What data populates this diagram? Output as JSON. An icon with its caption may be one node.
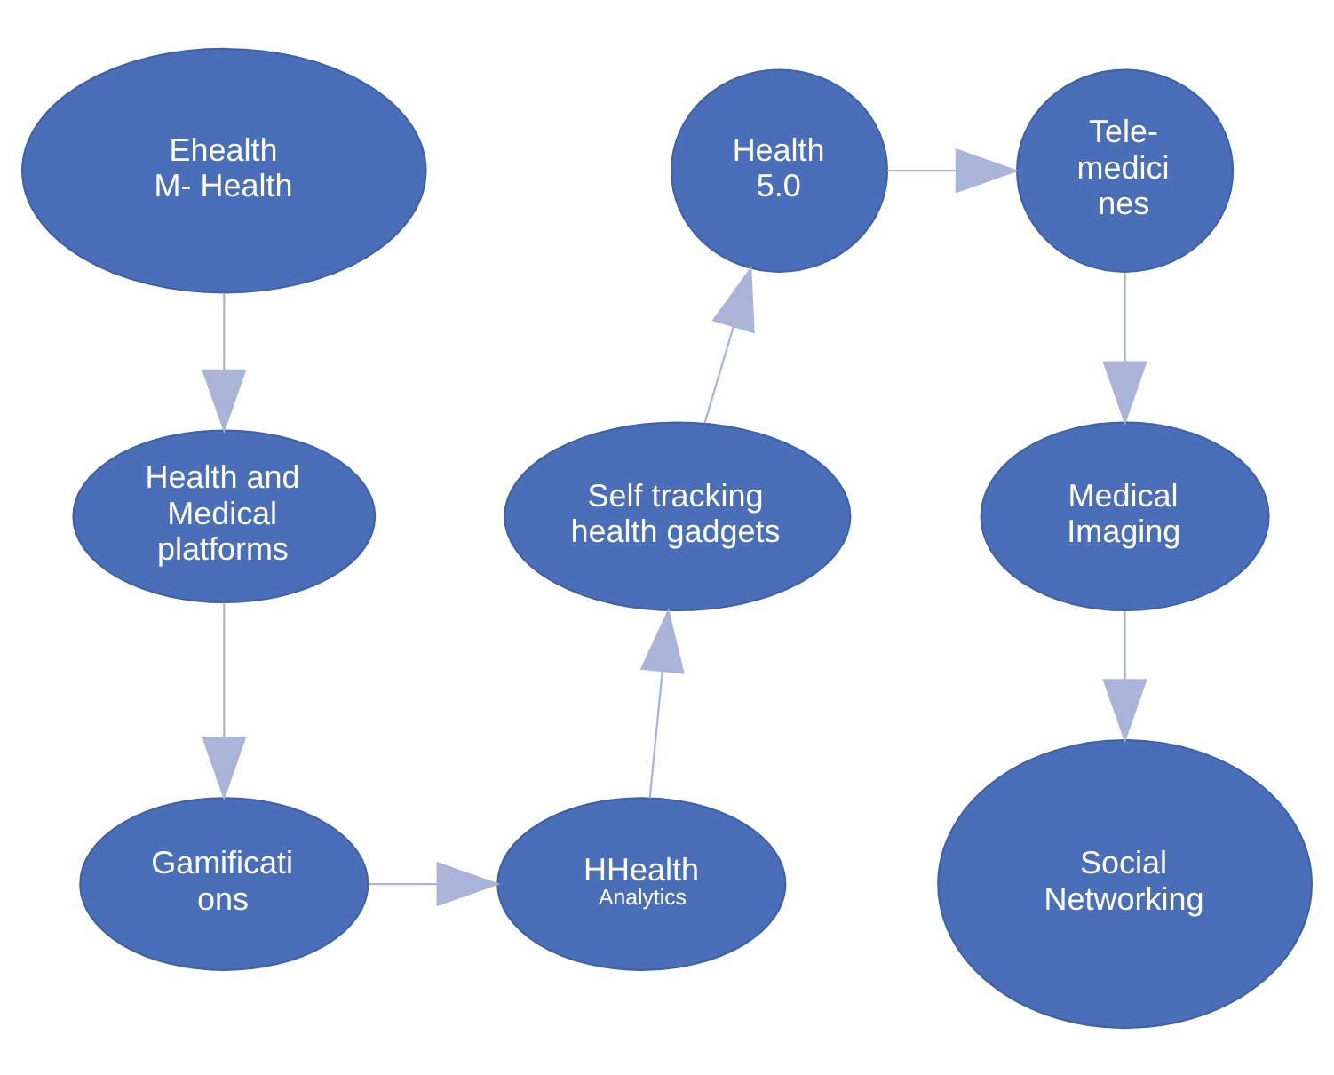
{
  "diagram": {
    "nodes": [
      {
        "text": [
          "Ehealth M- Health"
        ]
      },
      {
        "text": [
          "Health and Medical platforms"
        ]
      },
      {
        "text": [
          "Gamificati ons"
        ]
      },
      {
        "text": [
          "HHealth",
          "Analytics"
        ]
      },
      {
        "text": [
          "Self tracking health gadgets"
        ]
      },
      {
        "text": [
          "Health 5.0"
        ]
      },
      {
        "text": [
          "Tele- medici nes"
        ]
      },
      {
        "text": [
          "Medical Imaging"
        ]
      },
      {
        "text": [
          "Social Networking"
        ]
      }
    ],
    "edges": [
      {
        "from": 0,
        "to": 1,
        "arrow": "to"
      },
      {
        "from": 1,
        "to": 2,
        "arrow": "to"
      },
      {
        "from": 2,
        "to": 3,
        "arrow": "to"
      },
      {
        "from": 3,
        "to": 4,
        "arrow": "to"
      },
      {
        "from": 4,
        "to": 5,
        "arrow": "to"
      },
      {
        "from": 5,
        "to": 6,
        "arrow": "to"
      },
      {
        "from": 6,
        "to": 7,
        "arrow": "to"
      },
      {
        "from": 7,
        "to": 8,
        "arrow": "to"
      }
    ]
  }
}
